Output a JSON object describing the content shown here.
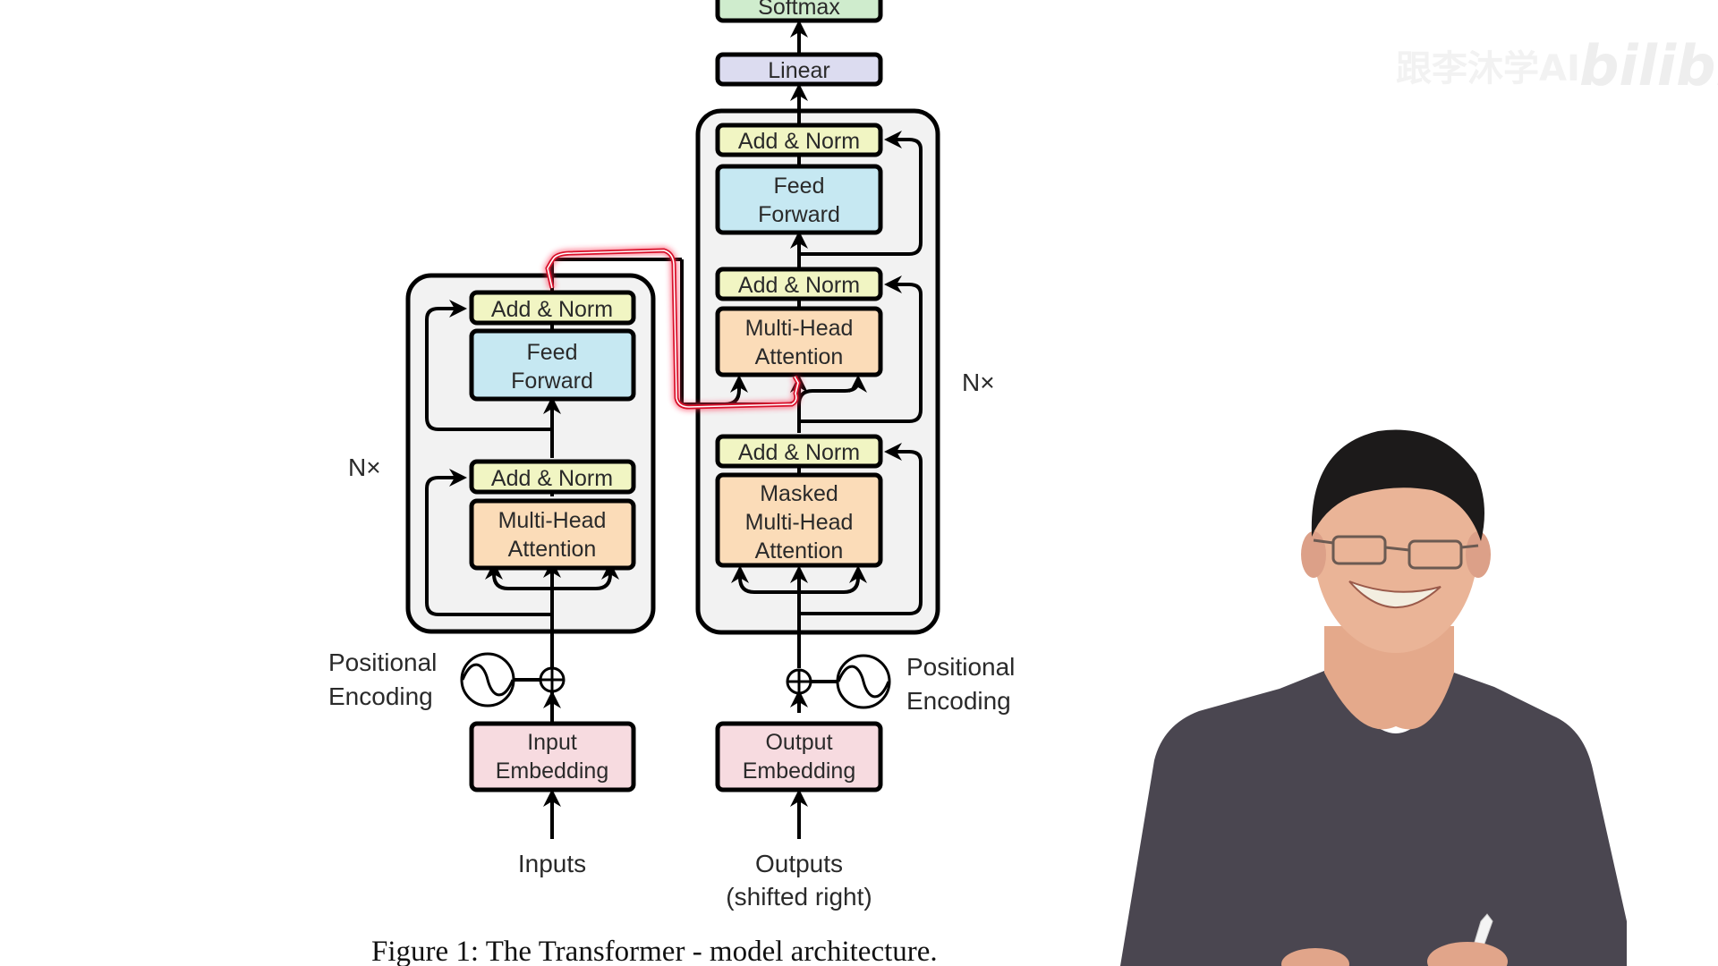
{
  "video": {
    "watermark": {
      "channel_text": "跟李沐学AI",
      "platform_logo": "bilibili"
    }
  },
  "figure": {
    "caption": "Figure 1: The Transformer - model architecture.",
    "colors": {
      "add_norm": "#f1f5c3",
      "feed_forward": "#c6e8f2",
      "attention": "#fbdcb8",
      "embedding": "#f7dbe0",
      "linear": "#dcdcf0",
      "softmax": "#cfeccd",
      "block_bg": "#f2f2f2",
      "annotation": "#e0102a"
    },
    "encoder": {
      "repeat_label": "N×",
      "add_norm_top": "Add & Norm",
      "feed_forward": [
        "Feed",
        "Forward"
      ],
      "add_norm_bottom": "Add & Norm",
      "attention": [
        "Multi-Head",
        "Attention"
      ],
      "positional_encoding": [
        "Positional",
        "Encoding"
      ],
      "embedding": [
        "Input",
        "Embedding"
      ],
      "input_label": "Inputs"
    },
    "decoder": {
      "repeat_label": "N×",
      "softmax": "Softmax",
      "linear": "Linear",
      "add_norm_top": "Add & Norm",
      "feed_forward": [
        "Feed",
        "Forward"
      ],
      "add_norm_middle": "Add & Norm",
      "cross_attention": [
        "Multi-Head",
        "Attention"
      ],
      "add_norm_bottom": "Add & Norm",
      "masked_attention": [
        "Masked",
        "Multi-Head",
        "Attention"
      ],
      "positional_encoding": [
        "Positional",
        "Encoding"
      ],
      "embedding": [
        "Output",
        "Embedding"
      ],
      "output_label": [
        "Outputs",
        "(shifted right)"
      ]
    }
  }
}
